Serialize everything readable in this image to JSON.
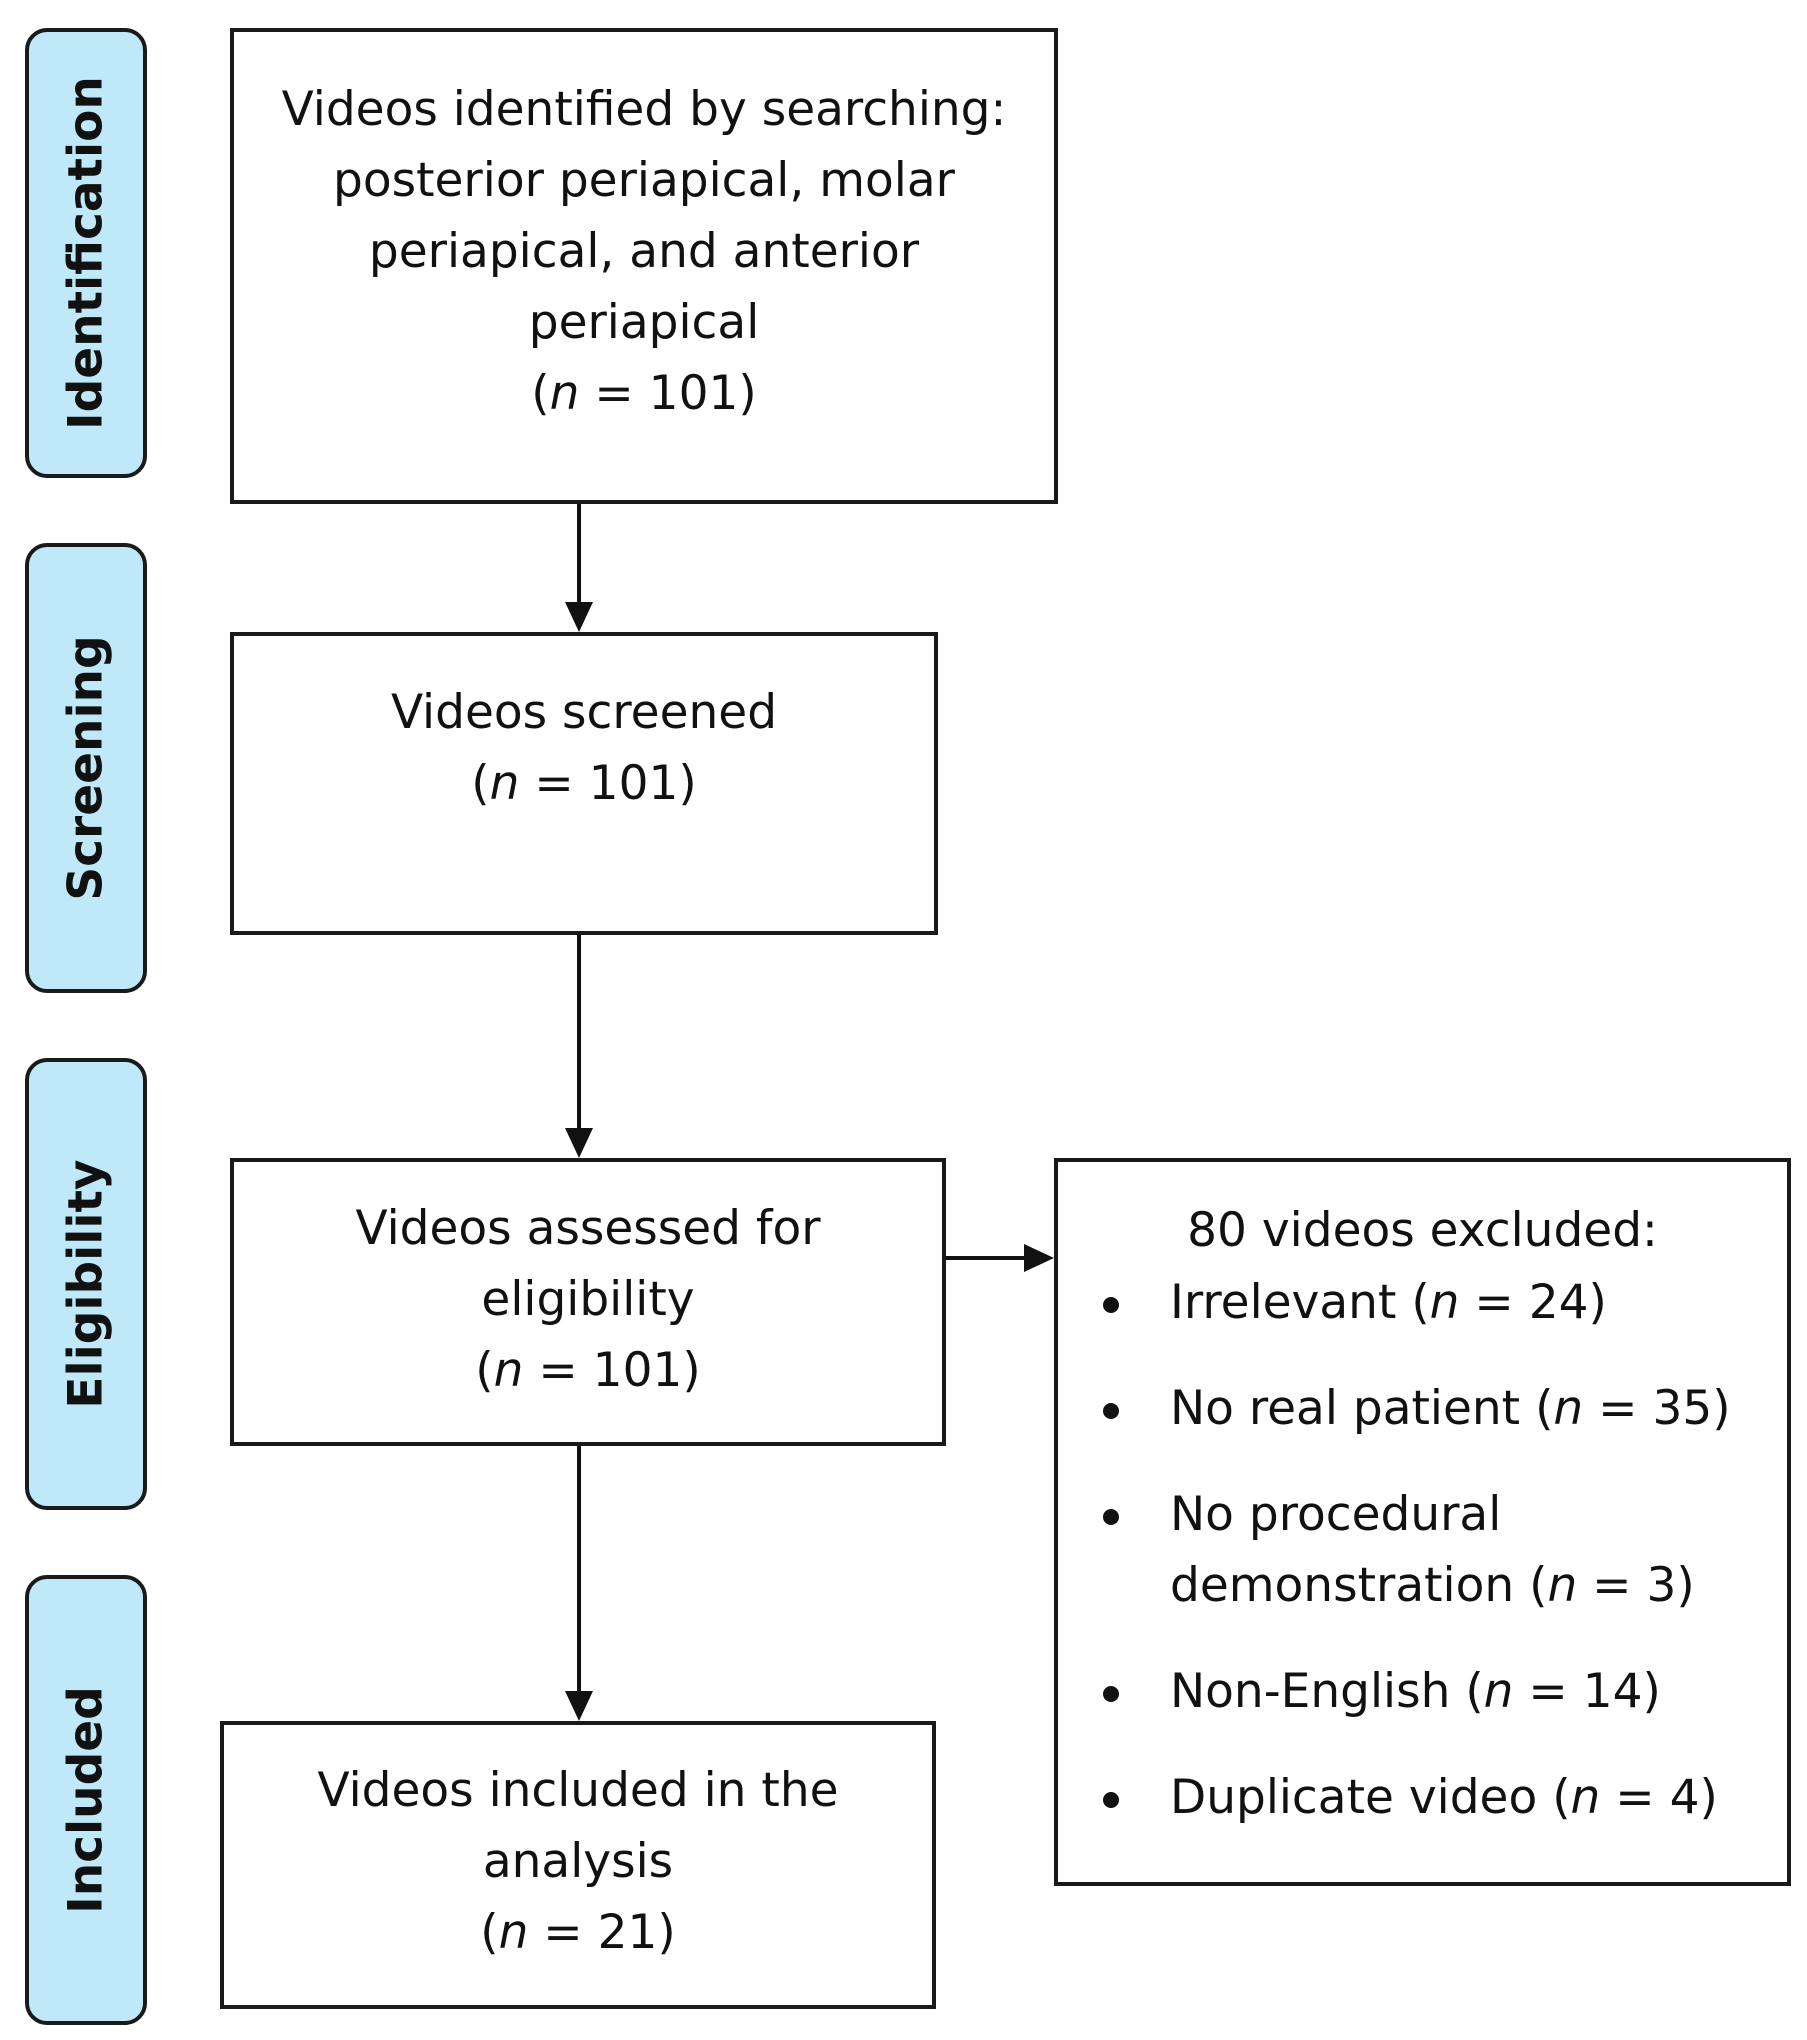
{
  "stages": [
    {
      "label": "Identification"
    },
    {
      "label": "Screening"
    },
    {
      "label": "Eligibility"
    },
    {
      "label": "Included"
    }
  ],
  "boxes": {
    "identified": {
      "lines": [
        "Videos identified by searching:",
        "posterior periapical, molar",
        "periapical, and anterior",
        "periapical"
      ],
      "n_prefix": "(",
      "n_var": "n",
      "n_rest": " = 101)"
    },
    "screened": {
      "lines": [
        "Videos screened"
      ],
      "n_prefix": "(",
      "n_var": "n",
      "n_rest": " = 101)"
    },
    "eligibility": {
      "lines": [
        "Videos assessed for",
        "eligibility"
      ],
      "n_prefix": "(",
      "n_var": "n",
      "n_rest": " = 101)"
    },
    "included": {
      "lines": [
        "Videos included in the",
        "analysis"
      ],
      "n_prefix": "(",
      "n_var": "n",
      "n_rest": " = 21)"
    }
  },
  "exclusions": {
    "heading": "80 videos excluded:",
    "items": [
      {
        "lines": [
          "Irrelevant "
        ],
        "n_prefix": "(",
        "n_var": "n",
        "n_rest": " = 24)"
      },
      {
        "lines": [
          "No real patient "
        ],
        "n_prefix": "(",
        "n_var": "n",
        "n_rest": " = 35)"
      },
      {
        "lines": [
          "No procedural",
          "demonstration "
        ],
        "n_prefix": "(",
        "n_var": "n",
        "n_rest": " = 3)"
      },
      {
        "lines": [
          "Non-English "
        ],
        "n_prefix": "(",
        "n_var": "n",
        "n_rest": " = 14)"
      },
      {
        "lines": [
          "Duplicate video "
        ],
        "n_prefix": "(",
        "n_var": "n",
        "n_rest": " = 4)"
      }
    ]
  }
}
